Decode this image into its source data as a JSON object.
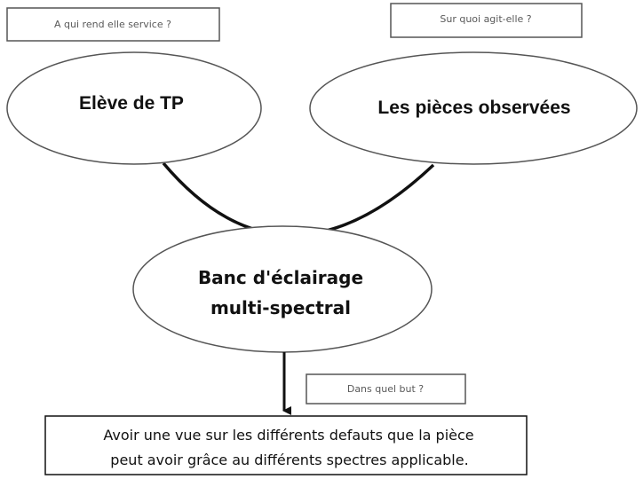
{
  "questions": {
    "who": "A qui rend elle service ?",
    "what": "Sur quoi agit-elle ?",
    "why": "Dans quel but ?"
  },
  "nodes": {
    "user": "Elève de TP",
    "object": "Les pièces observées",
    "product_line1": "Banc d'éclairage",
    "product_line2": "multi-spectral"
  },
  "goal": {
    "line1": "Avoir une vue sur les différents defauts que la pièce",
    "line2": "peut avoir grâce au différents spectres applicable."
  }
}
